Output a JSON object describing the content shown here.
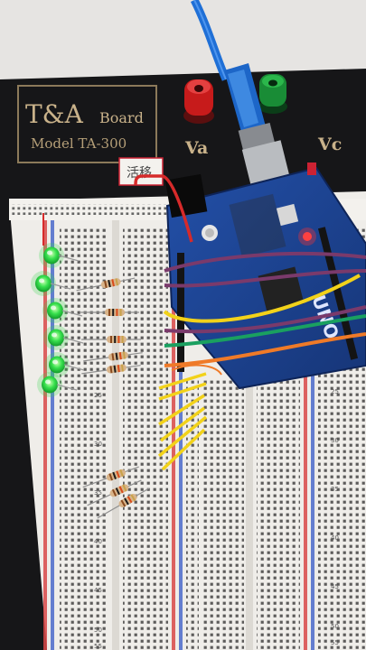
{
  "board": {
    "brand_text": "T&A",
    "board_word": "Board",
    "model_text": "Model TA-300",
    "terminal_va": "Va",
    "terminal_vc": "Vc",
    "sticker_text": "活移"
  },
  "microcontroller": {
    "name_text": "UNO"
  },
  "breadboard": {
    "row_numbers_left": [
      "25",
      "30",
      "35",
      "40",
      "45",
      "50",
      "55"
    ],
    "row_numbers_right": [
      "25",
      "30",
      "35",
      "40",
      "45",
      "50",
      "55"
    ]
  },
  "leds": {
    "count": 6,
    "lit_color": "#32d94a"
  },
  "colors": {
    "board_black": "#1a1a1c",
    "breadboard": "#efede9",
    "usb_cable": "#1f6fd6",
    "arduino_pcb": "#1d3f8e",
    "jumper_yellow": "#f2d21a",
    "jumper_orange": "#ef7a28",
    "jumper_green": "#1aa060",
    "jumper_purple": "#7a3a6b",
    "jumper_red": "#d62a2a"
  }
}
